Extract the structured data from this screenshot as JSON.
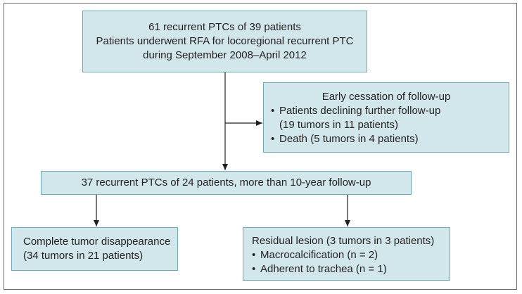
{
  "top_box": {
    "lines": [
      "61 recurrent PTCs of 39 patients",
      "Patients underwent RFA for locoregional recurrent PTC",
      "during September 2008–April 2012"
    ]
  },
  "exclusion_box": {
    "title": "Early cessation of follow-up",
    "items": [
      {
        "text": "Patients declining further follow-up",
        "sub": "(19 tumors in 11 patients)"
      },
      {
        "text": "Death (5 tumors in 4 patients)",
        "sub": ""
      }
    ]
  },
  "middle_box": {
    "text": "37 recurrent PTCs of 24 patients, more than 10-year follow-up"
  },
  "left_result_box": {
    "lines": [
      "Complete tumor disappearance",
      "(34 tumors in 21 patients)"
    ]
  },
  "right_result_box": {
    "title": "Residual lesion (3 tumors in 3 patients)",
    "items": [
      "Macrocalcification (n = 2)",
      "Adherent to trachea (n = 1)"
    ]
  },
  "colors": {
    "box_fill": "#d2e7ec",
    "box_border": "#6fa8b6",
    "arrow": "#231f20"
  }
}
